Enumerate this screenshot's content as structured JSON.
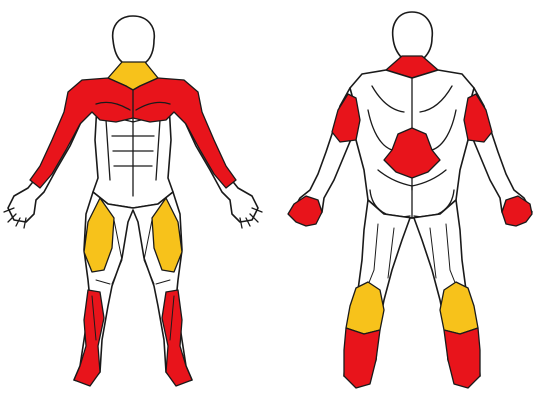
{
  "colors": {
    "background": "#ffffff",
    "outline": "#1a1a1a",
    "primary_muscle": "#e8141b",
    "secondary_muscle": "#f7c21b"
  },
  "views": [
    {
      "view": "front",
      "primary": [
        "front-deltoids",
        "pectorals",
        "biceps-forearms",
        "tibialis-anterior"
      ],
      "secondary": [
        "upper-trapezius",
        "quadriceps"
      ]
    },
    {
      "view": "back",
      "primary": [
        "upper-trapezius",
        "triceps",
        "lower-back",
        "hands",
        "lower-calves"
      ],
      "secondary": [
        "calves"
      ]
    }
  ]
}
